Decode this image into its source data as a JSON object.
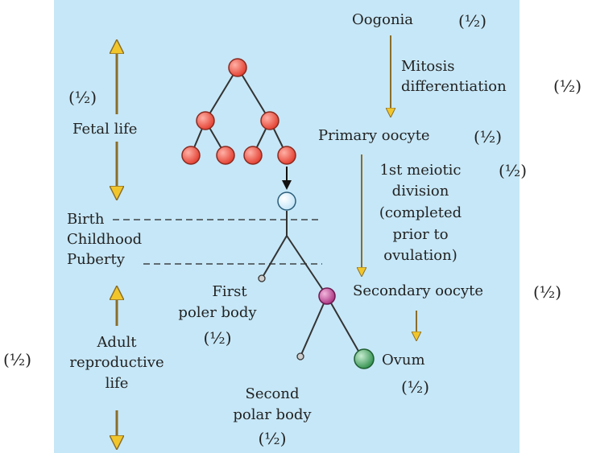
{
  "colors": {
    "panel": "#c6e7f7",
    "arrow": "#8a6d2a",
    "arrow_head": "#f2c62a",
    "cell_red": "#e74c3c",
    "oocyte_blue": "#d8eefb",
    "secondary_purple": "#b5458f",
    "ovum_green": "#3f9c58",
    "text": "#222222"
  },
  "stages": {
    "oogonia": "Oogonia",
    "mitosis_line1": "Mitosis",
    "mitosis_line2": "differentiation",
    "primary_oocyte": "Primary oocyte",
    "meiotic_line1": "1st meiotic",
    "meiotic_line2": "division",
    "meiotic_line3": "(completed",
    "meiotic_line4": "prior to",
    "meiotic_line5": "ovulation)",
    "secondary_oocyte": "Secondary oocyte",
    "ovum": "Ovum"
  },
  "life_phases": {
    "fetal_life": "Fetal life",
    "birth": "Birth",
    "childhood": "Childhood",
    "puberty": "Puberty",
    "adult_line1": "Adult",
    "adult_line2": "reproductive",
    "adult_line3": "life"
  },
  "bodies": {
    "first_line1": "First",
    "first_line2": "poler body",
    "second_line1": "Second",
    "second_line2": "polar body"
  },
  "marks": {
    "half": "(½)"
  }
}
